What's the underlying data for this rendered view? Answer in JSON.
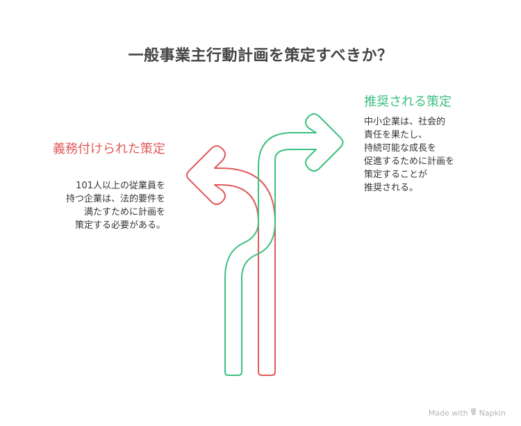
{
  "title": "一般事業主行動計画を策定すべきか？",
  "options": {
    "recommended": {
      "heading": "推奨される策定",
      "color": "#3cbf80",
      "lines": [
        "中小企業は、社会的",
        "責任を果たし、",
        "持続可能な成長を",
        "促進するために計画を",
        "策定することが",
        "推奨される。"
      ]
    },
    "mandatory": {
      "heading": "義務付けられた策定",
      "color": "#e05a5a",
      "lines": [
        "101人以上の従業員を",
        "持つ企業は、法的要件を",
        "満たすために計画を",
        "策定する必要がある。"
      ]
    }
  },
  "diagram": {
    "arrows": [
      {
        "name": "recommended-arrow",
        "direction": "right",
        "color": "#3cbf80"
      },
      {
        "name": "mandatory-arrow",
        "direction": "left",
        "color": "#e05a5a"
      }
    ]
  },
  "footer": {
    "made_with": "Made with",
    "brand": "Napkin",
    "logo_icon": "napkin-logo-icon"
  }
}
